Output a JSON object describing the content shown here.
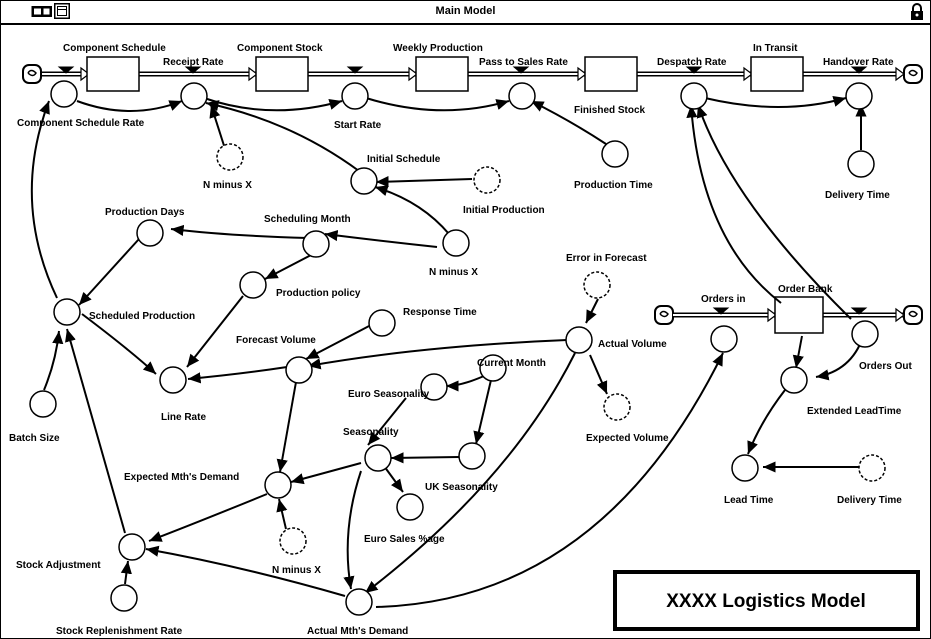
{
  "window": {
    "title": "Main Model"
  },
  "stocks": {
    "component_schedule": "Component Schedule",
    "component_stock": "Component Stock",
    "weekly_production": "Weekly Production",
    "finished_stock": "Finished Stock",
    "in_transit": "In Transit",
    "order_bank": "Order Bank"
  },
  "flows": {
    "receipt_rate": "Receipt Rate",
    "pass_to_sales_rate": "Pass to Sales Rate",
    "despatch_rate": "Despatch Rate",
    "handover_rate": "Handover Rate",
    "orders_in": "Orders in",
    "orders_out": "Orders Out"
  },
  "variables": {
    "component_schedule_rate": "Component Schedule Rate",
    "start_rate": "Start Rate",
    "n_minus_x_1": "N minus X",
    "initial_schedule": "Initial Schedule",
    "initial_production": "Initial Production",
    "production_time": "Production Time",
    "delivery_time_1": "Delivery Time",
    "production_days": "Production Days",
    "scheduling_month": "Scheduling Month",
    "n_minus_x_2": "N minus X",
    "production_policy": "Production policy",
    "scheduled_production": "Scheduled Production",
    "response_time": "Response Time",
    "error_in_forecast": "Error in Forecast",
    "forecast_volume": "Forecast Volume",
    "actual_volume": "Actual Volume",
    "line_rate": "Line Rate",
    "current_month": "Current Month",
    "euro_seasonality": "Euro Seasonality",
    "seasonality": "Seasonality",
    "expected_volume": "Expected Volume",
    "extended_leadtime": "Extended LeadTime",
    "batch_size": "Batch Size",
    "expected_mths_demand": "Expected Mth's  Demand",
    "uk_seasonality": "UK Seasonality",
    "euro_sales_age": "Euro Sales %age",
    "n_minus_x_3": "N minus X",
    "lead_time": "Lead Time",
    "delivery_time_2": "Delivery Time",
    "stock_adjustment": "Stock  Adjustment",
    "stock_replenishment_rate": "Stock Replenishment Rate",
    "actual_mths_demand": "Actual Mth's Demand"
  },
  "model_title": "XXXX Logistics Model"
}
